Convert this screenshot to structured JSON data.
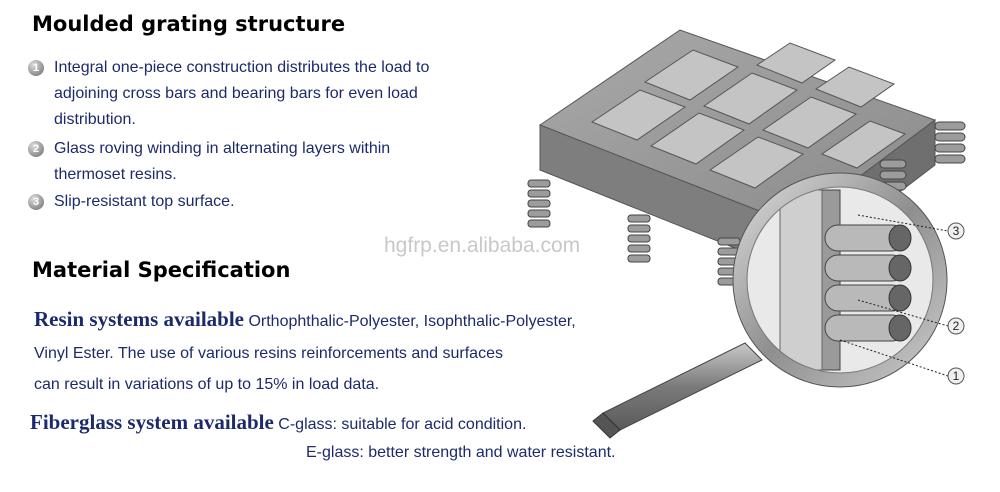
{
  "section1": {
    "title": "Moulded grating structure",
    "items": [
      {
        "number": "1",
        "text": "Integral one-piece construction distributes the load to adjoining cross bars and bearing bars for even load distribution."
      },
      {
        "number": "2",
        "text": "Glass roving winding in alternating layers within thermoset resins."
      },
      {
        "number": "3",
        "text": "Slip-resistant top surface."
      }
    ]
  },
  "watermark": "hgfrp.en.alibaba.com",
  "section2": {
    "title": "Material  Specification",
    "resin": {
      "label": "Resin systems available",
      "text1": "Orthophthalic-Polyester,",
      "text2": "Isophthalic-Polyester,",
      "line2": "Vinyl Ester. The use of various resins reinforcements and surfaces",
      "line3": "can result in variations of up to 15% in load data."
    },
    "fiberglass": {
      "label": "Fiberglass system available",
      "c_glass": "C-glass: suitable for acid condition.",
      "e_glass": "E-glass: better strength and water resistant."
    }
  },
  "callouts": [
    "3",
    "2",
    "1"
  ],
  "colors": {
    "text": "#1c2a6b",
    "grating": "#8a8a8a",
    "magnifier_ring": "#9a9a9a"
  }
}
